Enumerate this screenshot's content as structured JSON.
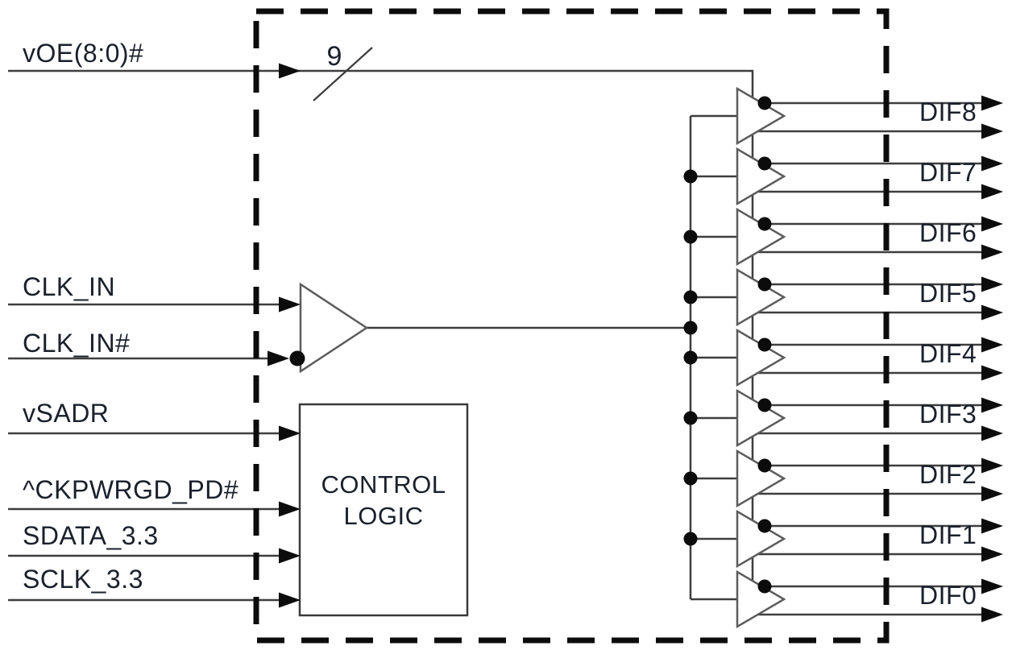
{
  "diagram": {
    "kind": "clock-buffer-block-diagram",
    "bus_width_label": "9",
    "inputs": [
      {
        "label": "vOE(8:0)#"
      },
      {
        "label": "CLK_IN"
      },
      {
        "label": "CLK_IN#"
      },
      {
        "label": "vSADR"
      },
      {
        "label": "^CKPWRGD_PD#"
      },
      {
        "label": "SDATA_3.3"
      },
      {
        "label": "SCLK_3.3"
      }
    ],
    "control_block": {
      "label_line1": "CONTROL",
      "label_line2": "LOGIC"
    },
    "outputs": [
      {
        "label": "DIF8"
      },
      {
        "label": "DIF7"
      },
      {
        "label": "DIF6"
      },
      {
        "label": "DIF5"
      },
      {
        "label": "DIF4"
      },
      {
        "label": "DIF3"
      },
      {
        "label": "DIF2"
      },
      {
        "label": "DIF1"
      },
      {
        "label": "DIF0"
      }
    ],
    "colors": {
      "background": "#ffffff",
      "signal_line": "#3e3e3e",
      "shape_stroke": "#5c5c5c",
      "solid_black": "#0c0c0c",
      "text": "#1a202b"
    }
  }
}
